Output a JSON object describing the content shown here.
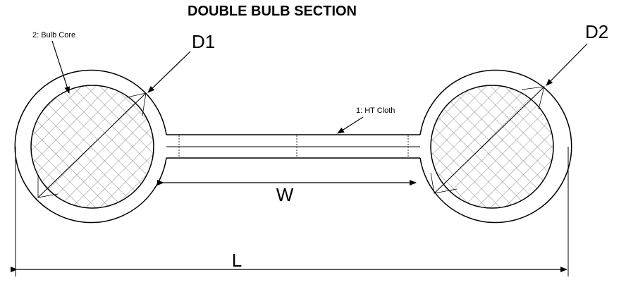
{
  "diagram": {
    "title": "DOUBLE BULB SECTION",
    "labels": {
      "bulb_core": "2: Bulb Core",
      "ht_cloth": "1: HT Cloth",
      "d1": "D1",
      "d2": "D2",
      "w": "W",
      "l": "L"
    }
  }
}
